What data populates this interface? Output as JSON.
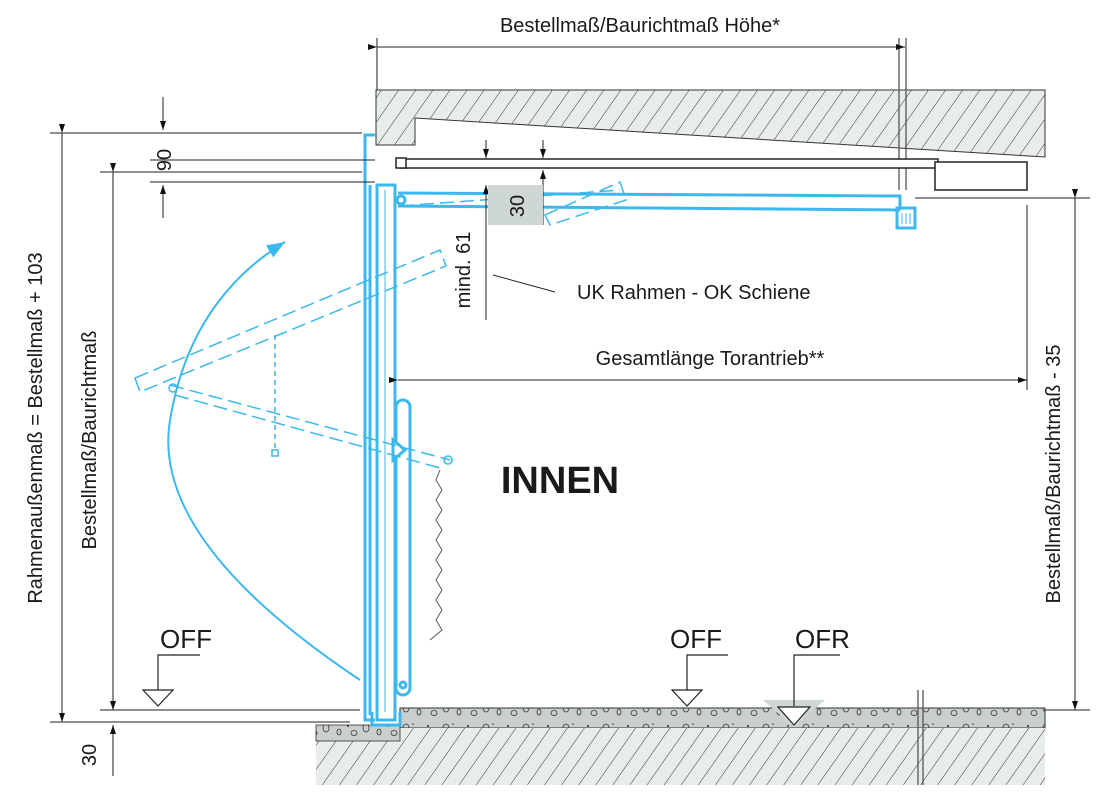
{
  "labels": {
    "top_dimension": "Bestellmaß/Baurichtmaß Höhe*",
    "dim_90": "90",
    "dim_30_box": "30",
    "min_61": "mind. 61",
    "rail_note": "UK Rahmen - OK Schiene",
    "total_length": "Gesamtlänge Torantrieb**",
    "inside": "INNEN",
    "frame_outer": "Rahmenaußenmaß = Bestellmaß + 103",
    "order_size_left": "Bestellmaß/Baurichtmaß",
    "order_size_right": "Bestellmaß/Baurichtmaß - 35",
    "off_left": "OFF",
    "off_mid": "OFF",
    "ofr": "OFR",
    "dim_30_bottom": "30"
  },
  "colors": {
    "door_blue": "#3cb8ec",
    "line": "#1a1a1a",
    "hatch_fill": "#e8ecec",
    "concrete": "#c9cfcf",
    "gray_box": "#cfd6d6"
  }
}
